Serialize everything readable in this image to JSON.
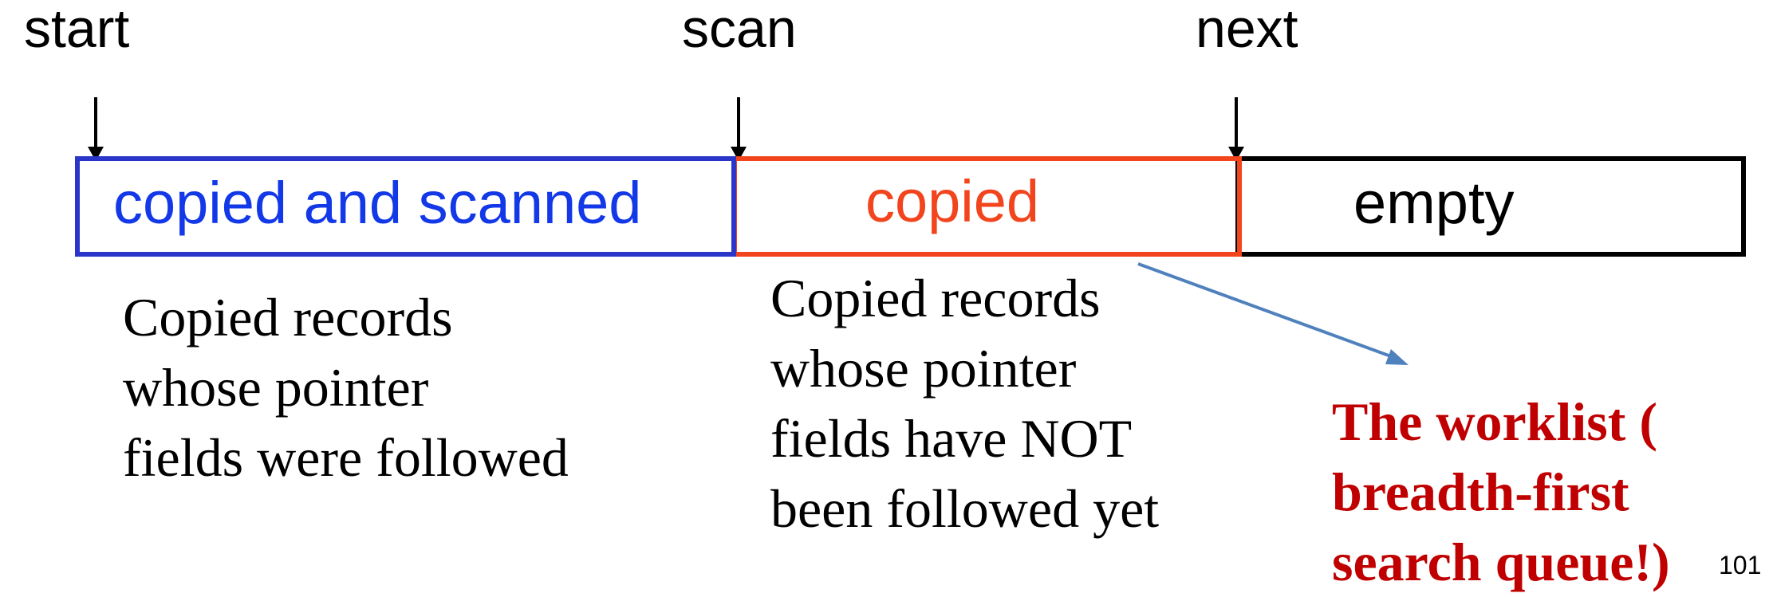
{
  "pointers": {
    "start": "start",
    "scan": "scan",
    "next": "next"
  },
  "segments": {
    "copied_and_scanned": "copied and scanned",
    "copied": "copied",
    "empty": "empty"
  },
  "descriptions": {
    "scanned_lines": [
      "Copied records",
      "whose pointer",
      "fields were followed"
    ],
    "copied_lines": [
      "Copied records",
      "whose pointer",
      "fields have NOT",
      "been followed yet"
    ]
  },
  "worklist": {
    "lines": [
      "The worklist (",
      "breadth-first",
      "search queue!)"
    ]
  },
  "page_number": "101",
  "colors": {
    "scanned": "#2a36c9",
    "scanned_text": "#1238e8",
    "copied": "#f2441d",
    "empty": "#000000",
    "worklist_text": "#c00000",
    "arrow": "#4f81bd"
  }
}
